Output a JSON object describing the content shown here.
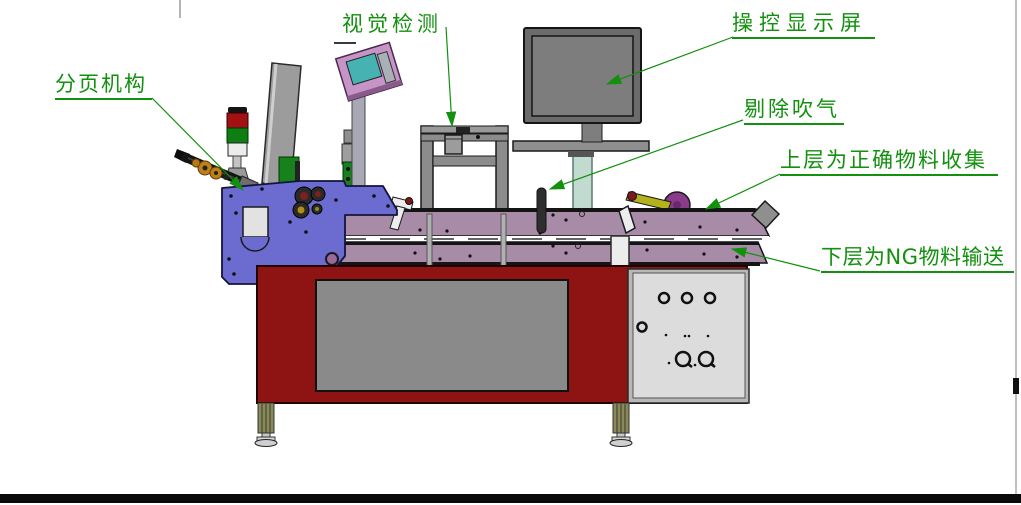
{
  "labels": {
    "paging_mechanism": "分页机构",
    "vision_inspection": "视觉检测",
    "control_display": "操控显示屏",
    "reject_air_blow": "剔除吹气",
    "upper_collect": "上层为正确物料收集",
    "lower_ng": "下层为NG物料输送"
  },
  "colors": {
    "label_green": "#12900e",
    "side_plate_blue": "#6b6bd0",
    "conveyor_purple": "#a78ba7",
    "base_red": "#8e1414",
    "hmi_pink": "#c794c7",
    "screen_teal": "#46b2b2",
    "tower_red": "#a21212",
    "tower_green": "#0e7d12",
    "control_panel_gray": "#dcdcdc",
    "inset_panel_gray": "#8a8a8a"
  }
}
